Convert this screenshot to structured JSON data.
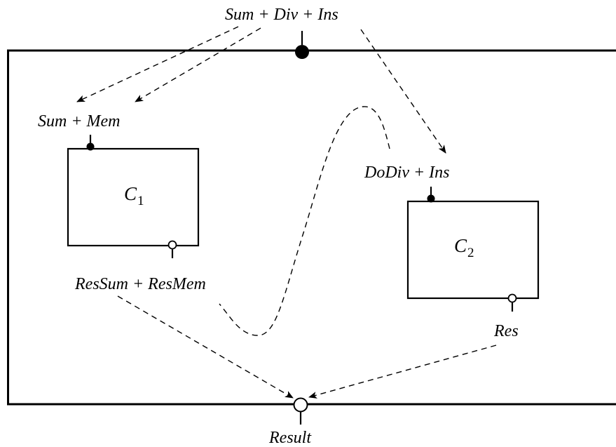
{
  "labels": {
    "outer_input": "Sum + Div + Ins",
    "outer_output": "Result",
    "c1_input": "Sum + Mem",
    "c1_output": "ResSum + ResMem",
    "c2_input": "DoDiv + Ins",
    "c2_output": "Res"
  },
  "components": {
    "c1": {
      "name": "C",
      "index": "1"
    },
    "c2": {
      "name": "C",
      "index": "2"
    }
  },
  "colors": {
    "stroke": "#000000",
    "background": "#ffffff"
  }
}
